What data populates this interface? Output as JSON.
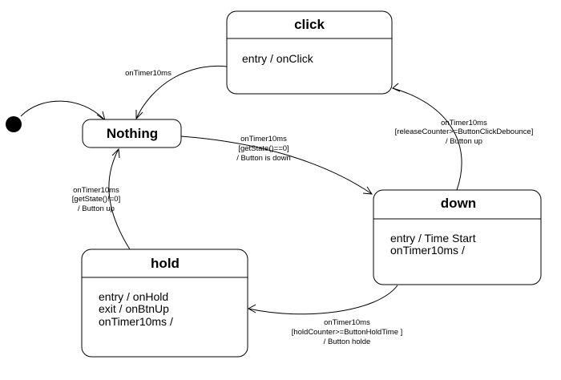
{
  "states": {
    "click": {
      "name": "click",
      "actions": [
        "entry / onClick"
      ]
    },
    "nothing": {
      "name": "Nothing"
    },
    "down": {
      "name": "down",
      "actions": [
        "entry / Time Start",
        "onTimer10ms /"
      ]
    },
    "hold": {
      "name": "hold",
      "actions": [
        "entry / onHold",
        "exit / onBtnUp",
        "onTimer10ms /"
      ]
    }
  },
  "transitions": {
    "click_to_nothing": [
      "onTimer10ms"
    ],
    "nothing_to_down": [
      "onTimer10ms",
      "[getState()==0]",
      "/ Button is down"
    ],
    "down_to_click": [
      "onTimer10ms",
      "[releaseCounter>=ButtonClickDebounce]",
      "/ Button up"
    ],
    "down_to_hold": [
      "onTimer10ms",
      "[holdCounter>=ButtonHoldTime ]",
      "/ Button holde"
    ],
    "hold_to_nothing": [
      "onTimer10ms",
      "[getState()!=0]",
      "/ Button up"
    ]
  }
}
